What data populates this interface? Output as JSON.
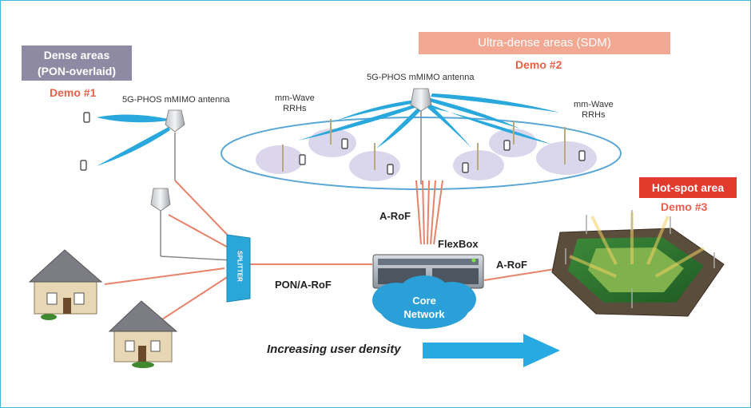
{
  "labels": {
    "dense_areas": "Dense areas\n(PON-overlaid)",
    "ultra_dense": "Ultra-dense areas (SDM)",
    "hot_spot": "Hot-spot area",
    "demo1": "Demo #1",
    "demo2": "Demo #2",
    "demo3": "Demo #3",
    "antenna_left": "5G-PHOS mMIMO antenna",
    "antenna_center": "5G-PHOS mMIMO antenna",
    "mmwave_left": "mm-Wave\nRRHs",
    "mmwave_right": "mm-Wave\nRRHs",
    "arof_vertical": "A-RoF",
    "flexbox": "FlexBox",
    "arof_right": "A-RoF",
    "pon_arof": "PON/A-RoF",
    "splitter": "SPLITTER",
    "core_network": "Core\nNetwork",
    "increasing_density": "Increasing user density"
  },
  "colors": {
    "frame_border": "#3fb6e6",
    "fiber": "#e8826a",
    "beam": "#29a8de",
    "cell": "#d9d4ea",
    "ellipse_ring": "#5aa7d6",
    "splitter": "#2aa6d9",
    "cloud": "#2b9fd8",
    "arrow": "#27a9e1",
    "dense_box": "#8f8aa3",
    "ultra_box": "#f2a892",
    "hot_box": "#e23b2e",
    "demo_text": "#e8604a"
  }
}
